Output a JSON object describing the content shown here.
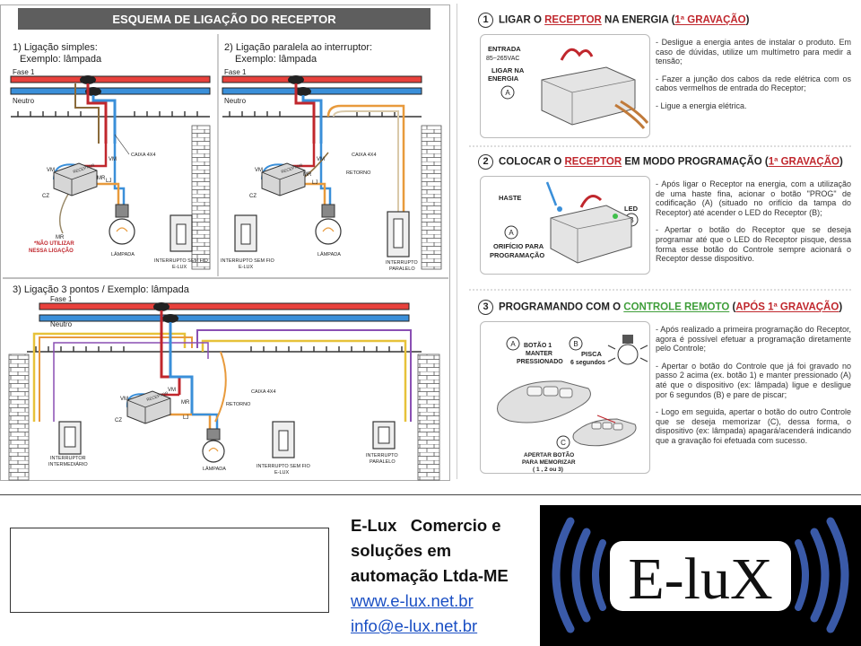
{
  "diagram": {
    "title": "ESQUEMA DE LIGAÇÃO DO RECEPTOR",
    "section1": {
      "title": "1) Ligação simples:",
      "subtitle": "Exemplo: lâmpada"
    },
    "section2": {
      "title": "2) Ligação paralela ao interruptor:",
      "subtitle": "Exemplo: lâmpada"
    },
    "section3": {
      "title": "3) Ligação 3 pontos / Exemplo: lâmpada"
    },
    "labels": {
      "fase": "Fase 1",
      "neutro": "Neutro",
      "caixa": "CAIXA 4X4",
      "vm": "VM",
      "mr": "MR",
      "lj": "LJ",
      "cz": "CZ",
      "receptor": "RECEPTOR",
      "retorno": "RETORNO",
      "lampada": "LÂMPADA",
      "nao_utilizar_1": "*NÃO UTILIZAR",
      "nao_utilizar_2": "NESSA LIGAÇÃO",
      "interrupto_sem_fio_1": "INTERRUPTO SEM FIO",
      "interrupto_sem_fio_2": "E-LUX",
      "interrupto_paralelo_1": "INTERRUPTO",
      "interrupto_paralelo_2": "PARALELO",
      "interruptor_intermediario_1": "INTERRUPTOR",
      "interruptor_intermediario_2": "INTERMEDIÁRIO"
    },
    "colors": {
      "fase": "#e8413c",
      "neutro": "#3a8fd9",
      "vm": "#c0272d",
      "lj": "#e89a3c",
      "mr": "#8a6a3a",
      "violet": "#8a4fb3",
      "yellow": "#e7c23a"
    }
  },
  "instructions": {
    "step1": {
      "number": "1",
      "title_pre": "LIGAR O ",
      "title_hl": "RECEPTOR",
      "title_mid": " NA ENERGIA (",
      "title_hl2": "1ª GRAVAÇÃO",
      "title_post": ")",
      "entrada": "ENTRADA",
      "voltage": "85~265VAC",
      "ligar_1": "LIGAR NA",
      "ligar_2": "ENERGIA",
      "marker": "A",
      "paragraphs": [
        "- Desligue a energia antes de instalar o produto. Em caso de dúvidas, utilize um multímetro para medir a tensão;",
        "- Fazer a junção dos cabos da rede elétrica com os cabos vermelhos de entrada do Receptor;",
        "- Ligue a energia elétrica."
      ]
    },
    "step2": {
      "number": "2",
      "title_pre": "COLOCAR O ",
      "title_hl": "RECEPTOR",
      "title_mid": " EM MODO PROGRAMAÇÃO (",
      "title_hl2": "1ª GRAVAÇÃO",
      "title_post": ")",
      "haste": "HASTE",
      "led": "LED",
      "marker_a": "A",
      "marker_b": "B",
      "orificio_1": "ORIFÍCIO PARA",
      "orificio_2": "PROGRAMAÇÃO",
      "paragraphs": [
        "- Após ligar o Receptor na energia, com a utilização de uma haste fina, acionar o botão \"PROG\" de codificação (A) (situado no orifício da tampa do Receptor) até acender o LED do Receptor (B);",
        "- Apertar o botão do Receptor que se deseja programar até que o LED do Receptor pisque, dessa forma esse botão do Controle sempre acionará o Receptor desse dispositivo."
      ]
    },
    "step3": {
      "number": "3",
      "title_pre": "PROGRAMANDO COM O ",
      "title_hl": "CONTROLE REMOTO",
      "title_mid": " (",
      "title_hl2": "APÓS 1ª GRAVAÇÃO",
      "title_post": ")",
      "marker_a": "A",
      "marker_b": "B",
      "marker_c": "C",
      "botao_1": "BOTÃO 1",
      "botao_2": "MANTER",
      "botao_3": "PRESSIONADO",
      "pisca_1": "PISCA",
      "pisca_2": "6 segundos",
      "apertar_1": "APERTAR BOTÃO",
      "apertar_2": "PARA MEMORIZAR",
      "apertar_3": "( 1 , 2 ou 3)",
      "paragraphs": [
        "- Após realizado a primeira programação do Receptor, agora é possível efetuar a programação diretamente pelo Controle;",
        "- Apertar o botão do Controle que já foi gravado no passo 2 acima (ex. botão 1) e manter pressionado (A) até que o dispositivo (ex: lâmpada) ligue e desligue por 6 segundos (B) e pare de piscar;",
        "- Logo em seguida, apertar o botão do outro Controle que se deseja memorizar (C), dessa forma, o dispositivo (ex: lâmpada) apagará/acenderá indicando que a gravação foi efetuada com sucesso."
      ]
    }
  },
  "footer": {
    "company_1": "E-Lux   Comercio e",
    "company_2": "soluções em",
    "company_3": "automação Ltda-ME",
    "website": "www.e-lux.net.br",
    "email": "info@e-lux.net.br",
    "logo_text": "E-luX",
    "logo_color": "#3a5aa8"
  }
}
